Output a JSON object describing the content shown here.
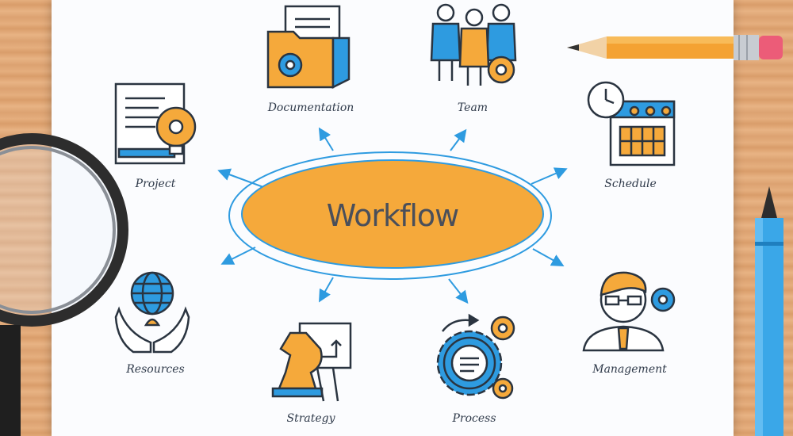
{
  "center": {
    "title": "Workflow"
  },
  "nodes": {
    "documentation": "Documentation",
    "team": "Team",
    "project": "Project",
    "schedule": "Schedule",
    "resources": "Resources",
    "strategy": "Strategy",
    "process": "Process",
    "management": "Management"
  },
  "colors": {
    "accent": "#f5a93b",
    "blue": "#2e9be0",
    "outline": "#2a3440",
    "paper": "#fbfcfe"
  }
}
